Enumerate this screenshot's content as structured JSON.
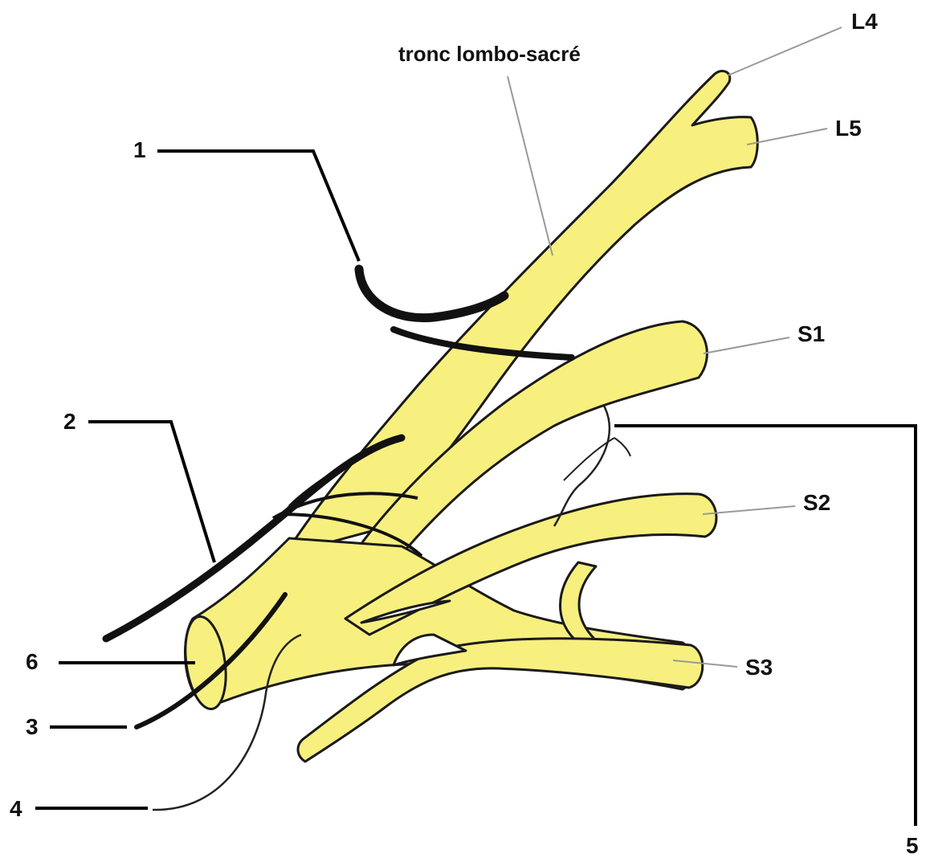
{
  "diagram": {
    "colors": {
      "nerve_fill": "#f7f07f",
      "outline": "#1a1a1a",
      "leader_gray": "#999999",
      "leader_black": "#000000",
      "background": "#ffffff"
    },
    "labels": {
      "trunk": "tronc lombo-sacré",
      "root_l4": "L4",
      "root_l5": "L5",
      "root_s1": "S1",
      "root_s2": "S2",
      "root_s3": "S3",
      "num_1": "1",
      "num_2": "2",
      "num_3": "3",
      "num_4": "4",
      "num_5": "5",
      "num_6": "6"
    }
  }
}
